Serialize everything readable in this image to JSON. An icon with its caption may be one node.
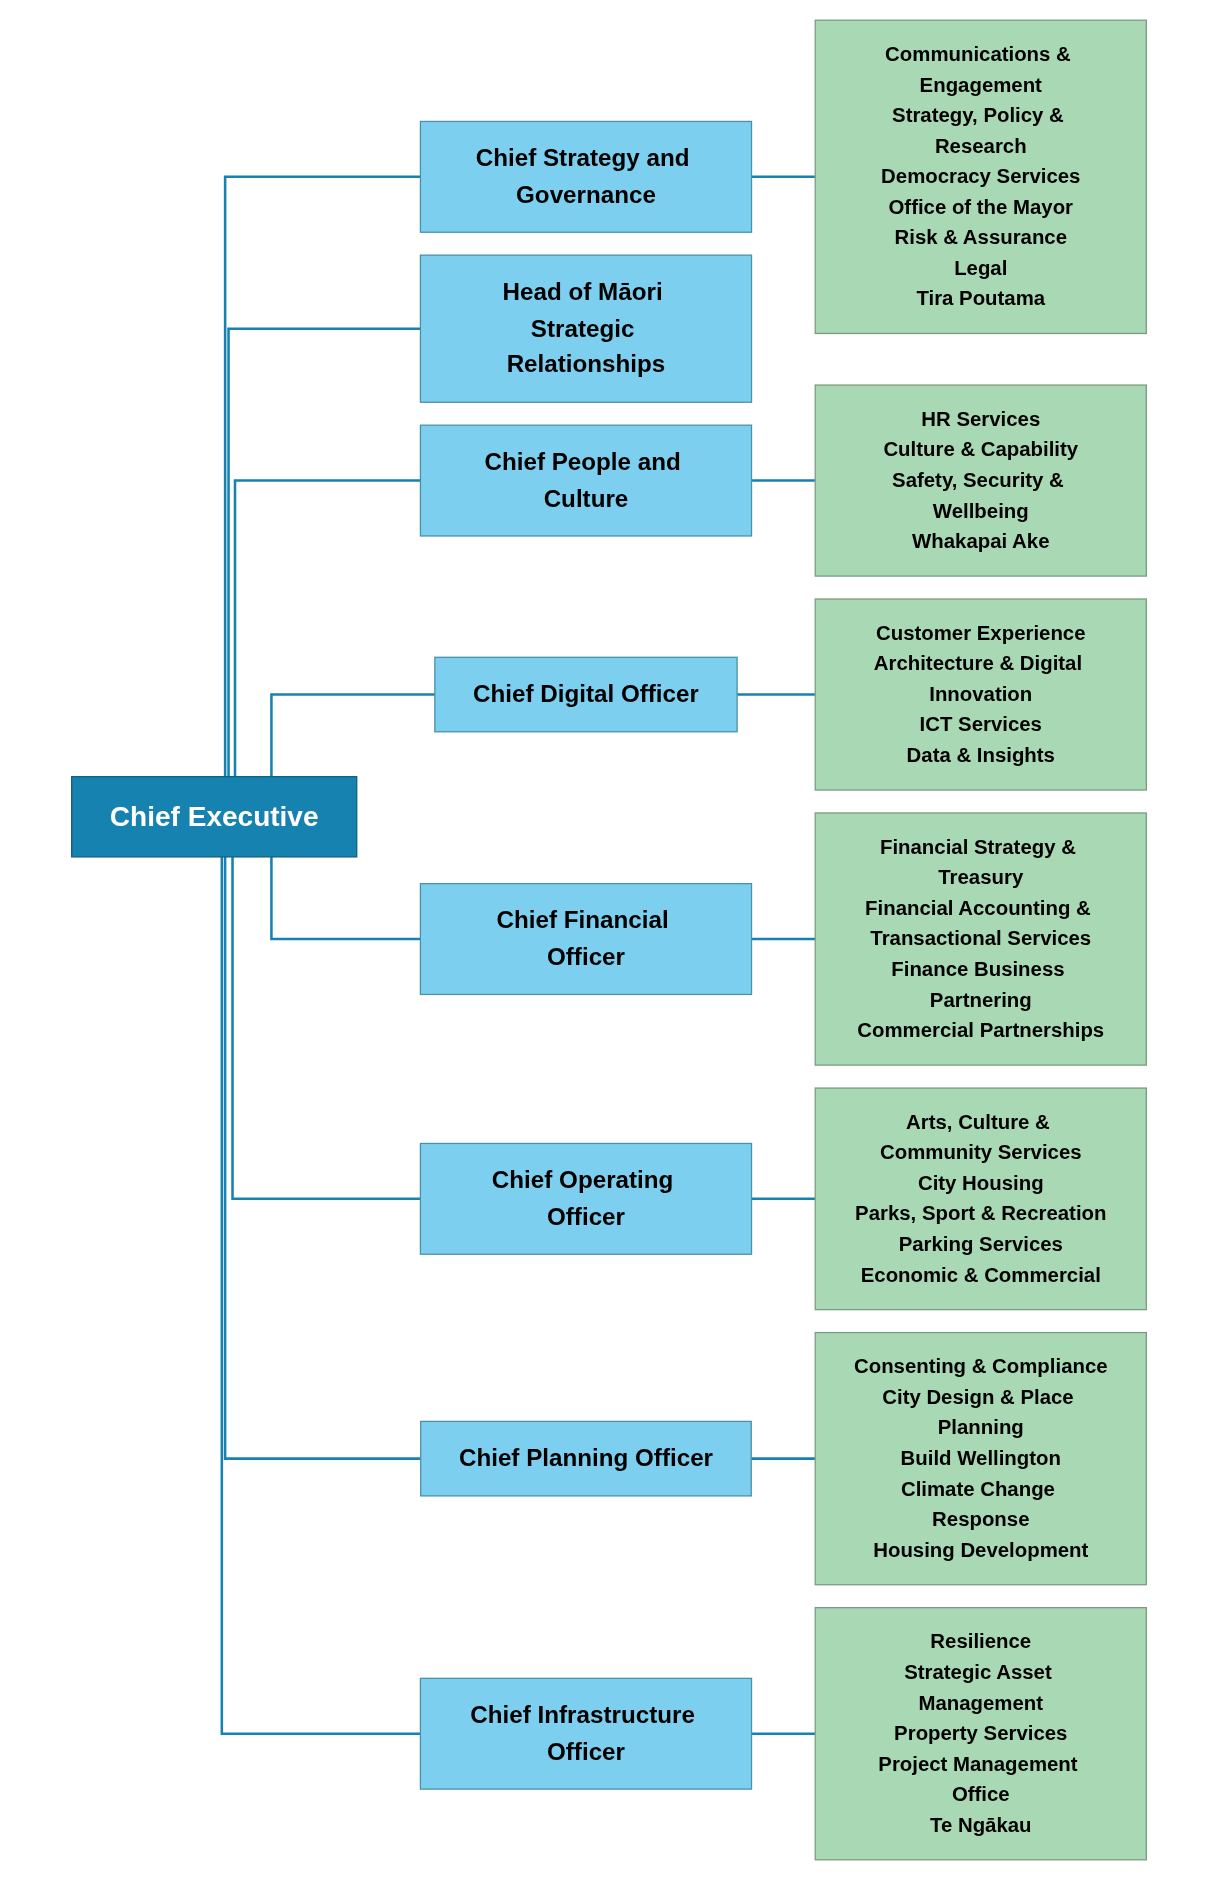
{
  "diagram": {
    "nodes": [
      {
        "text": [
          "Chief Executive"
        ]
      },
      {
        "text": [
          "Chief Strategy and Governance"
        ]
      },
      {
        "text": [
          "Communications & Engagement",
          "Strategy, Policy & Research",
          "Democracy Services",
          "Office of the Mayor",
          "Risk & Assurance",
          "Legal",
          "Tira Poutama"
        ]
      },
      {
        "text": [
          "Head of Māori Strategic Relationships"
        ]
      },
      {
        "text": [
          "Chief People and Culture"
        ]
      },
      {
        "text": [
          "HR Services",
          "Culture & Capability",
          "Safety, Security & Wellbeing",
          "Whakapai Ake"
        ]
      },
      {
        "text": [
          "Chief Digital Officer"
        ]
      },
      {
        "text": [
          "Customer Experience",
          "Architecture & Digital Innovation",
          "ICT Services",
          "Data & Insights"
        ]
      },
      {
        "text": [
          "Chief Financial Officer"
        ]
      },
      {
        "text": [
          "Financial Strategy & Treasury",
          "Financial Accounting & Transactional Services",
          "Finance Business Partnering",
          "Commercial Partnerships"
        ]
      },
      {
        "text": [
          "Chief Operating Officer"
        ]
      },
      {
        "text": [
          "Arts, Culture & Community Services",
          "City Housing",
          "Parks, Sport & Recreation",
          "Parking Services",
          "Economic & Commercial"
        ]
      },
      {
        "text": [
          "Chief Planning Officer"
        ]
      },
      {
        "text": [
          "Consenting & Compliance",
          "City Design & Place Planning",
          "Build Wellington",
          "Climate Change Response",
          "Housing Development"
        ]
      },
      {
        "text": [
          "Chief Infrastructure Officer"
        ]
      },
      {
        "text": [
          "Resilience",
          "Strategic Asset Management",
          "Property Services",
          "Project Management Office",
          "Te Ngākau"
        ]
      }
    ],
    "edges": [
      {
        "from": 0,
        "to": 1,
        "arrow": "none"
      },
      {
        "from": 1,
        "to": 2,
        "arrow": "none"
      },
      {
        "from": 0,
        "to": 3,
        "arrow": "none"
      },
      {
        "from": 0,
        "to": 4,
        "arrow": "none"
      },
      {
        "from": 4,
        "to": 5,
        "arrow": "none"
      },
      {
        "from": 0,
        "to": 6,
        "arrow": "none"
      },
      {
        "from": 6,
        "to": 7,
        "arrow": "none"
      },
      {
        "from": 0,
        "to": 8,
        "arrow": "none"
      },
      {
        "from": 8,
        "to": 9,
        "arrow": "none"
      },
      {
        "from": 0,
        "to": 10,
        "arrow": "none"
      },
      {
        "from": 10,
        "to": 11,
        "arrow": "none"
      },
      {
        "from": 0,
        "to": 12,
        "arrow": "none"
      },
      {
        "from": 12,
        "to": 13,
        "arrow": "none"
      },
      {
        "from": 0,
        "to": 14,
        "arrow": "none"
      },
      {
        "from": 14,
        "to": 15,
        "arrow": "none"
      }
    ]
  }
}
